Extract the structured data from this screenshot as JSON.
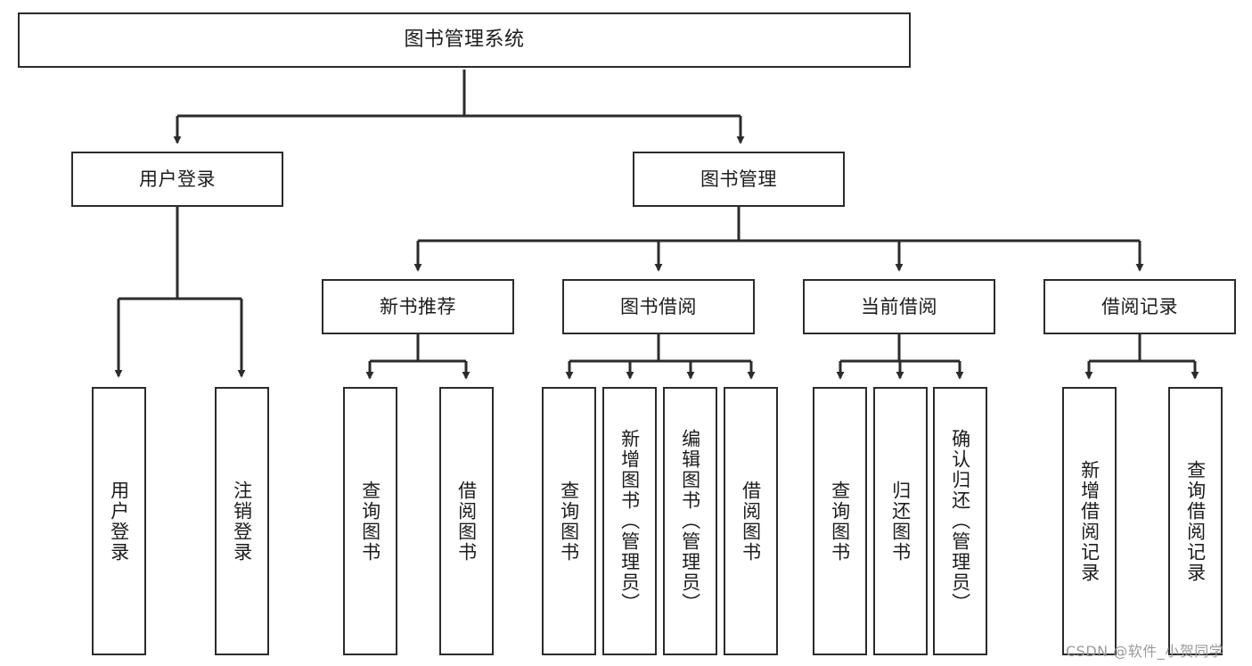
{
  "diagram": {
    "type": "tree",
    "title": "图书管理系统",
    "root": {
      "label": "图书管理系统"
    },
    "level2": [
      {
        "label": "用户登录"
      },
      {
        "label": "图书管理"
      }
    ],
    "level3": [
      {
        "label": "新书推荐"
      },
      {
        "label": "图书借阅"
      },
      {
        "label": "当前借阅"
      },
      {
        "label": "借阅记录"
      }
    ],
    "leaves": {
      "user_login": [
        {
          "label": "用户登录"
        },
        {
          "label": "注销登录"
        }
      ],
      "new_book_recommend": [
        {
          "label": "查询图书"
        },
        {
          "label": "借阅图书"
        }
      ],
      "book_borrow": [
        {
          "label": "查询图书"
        },
        {
          "label": "新增图书（管理员）"
        },
        {
          "label": "编辑图书（管理员）"
        },
        {
          "label": "借阅图书"
        }
      ],
      "current_borrow": [
        {
          "label": "查询图书"
        },
        {
          "label": "归还图书"
        },
        {
          "label": "确认归还（管理员）"
        }
      ],
      "borrow_record": [
        {
          "label": "新增借阅记录"
        },
        {
          "label": "查询借阅记录"
        }
      ]
    },
    "watermark": "CSDN @软件_小贺同学",
    "colors": {
      "stroke": "#2b2b2b",
      "fill": "#ffffff",
      "text": "#1c1c1c",
      "watermark": "#9a9a9a"
    }
  }
}
